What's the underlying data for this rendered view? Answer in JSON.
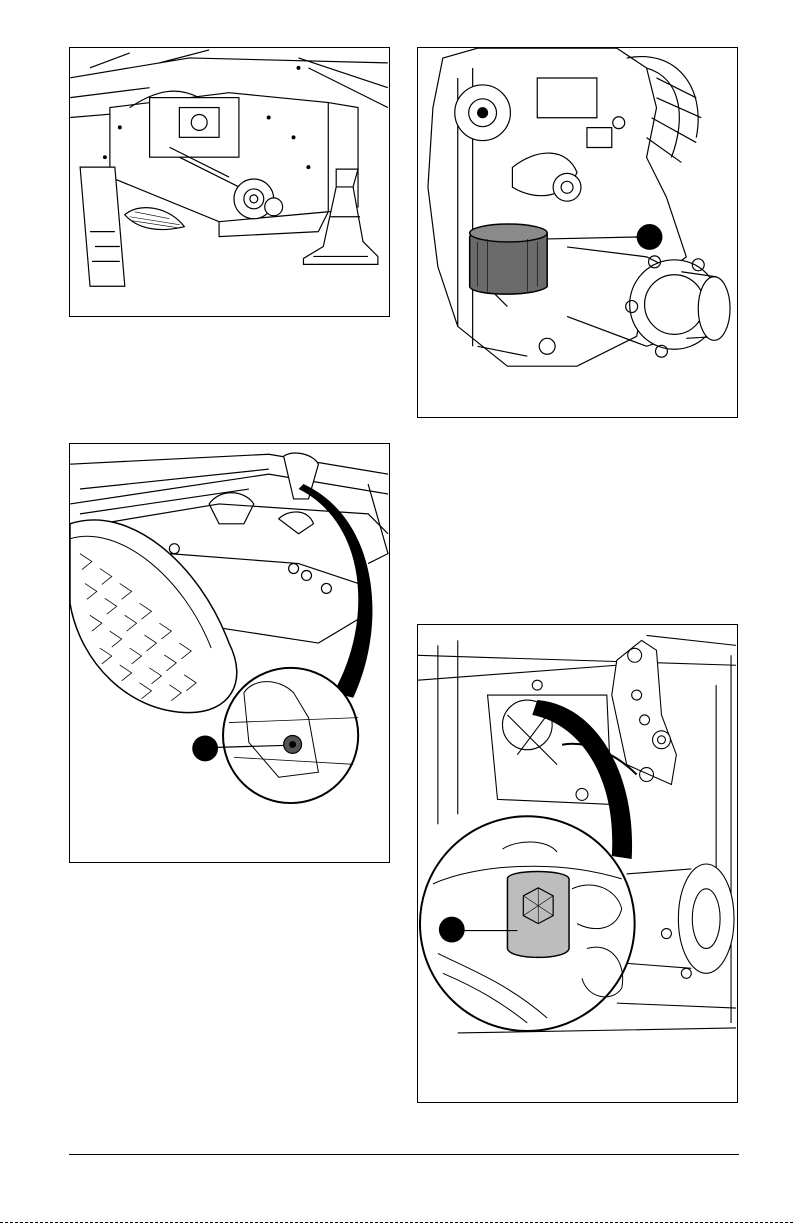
{
  "figures": [
    {
      "id": "fig1",
      "subject": "mower-side-on-jack-stands"
    },
    {
      "id": "fig2",
      "subject": "transaxle-oil-filter",
      "callouts": [
        ""
      ]
    },
    {
      "id": "fig3",
      "subject": "deck-drain-plug-under-footrest",
      "callouts": [
        ""
      ]
    },
    {
      "id": "fig4",
      "subject": "transaxle-hex-drain-plug",
      "callouts": [
        ""
      ]
    }
  ],
  "colors": {
    "line": "#000000",
    "fill": "#ffffff",
    "shade": "#bdbdbd",
    "filter": "#6b6b6b"
  }
}
